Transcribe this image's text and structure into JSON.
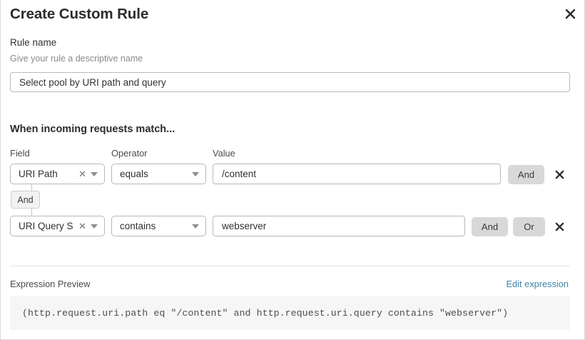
{
  "dialog": {
    "title": "Create Custom Rule",
    "close_icon": "close-icon"
  },
  "rule_name": {
    "label": "Rule name",
    "help": "Give your rule a descriptive name",
    "value": "Select pool by URI path and query",
    "placeholder": "Rule name"
  },
  "conditions": {
    "heading": "When incoming requests match...",
    "columns": {
      "field": "Field",
      "operator": "Operator",
      "value": "Value"
    },
    "group_connector": "And",
    "rows": [
      {
        "field": "URI Path",
        "field_clear_icon": "clear-icon",
        "field_caret_icon": "chevron-down-icon",
        "operator": "equals",
        "operator_caret_icon": "chevron-down-icon",
        "value": "/content",
        "value_placeholder": "Value",
        "buttons": [
          "And"
        ],
        "delete_icon": "close-icon"
      },
      {
        "field": "URI Query St...",
        "field_clear_icon": "clear-icon",
        "field_caret_icon": "chevron-down-icon",
        "operator": "contains",
        "operator_caret_icon": "chevron-down-icon",
        "value": "webserver",
        "value_placeholder": "Value",
        "buttons": [
          "And",
          "Or"
        ],
        "delete_icon": "close-icon"
      }
    ]
  },
  "expression": {
    "label": "Expression Preview",
    "edit_link": "Edit expression",
    "text": "(http.request.uri.path eq \"/content\" and http.request.uri.query contains \"webserver\")"
  },
  "colors": {
    "accent_link": "#4285a8",
    "pill_background": "#d8d8d8",
    "expression_background": "#f6f6f6"
  }
}
